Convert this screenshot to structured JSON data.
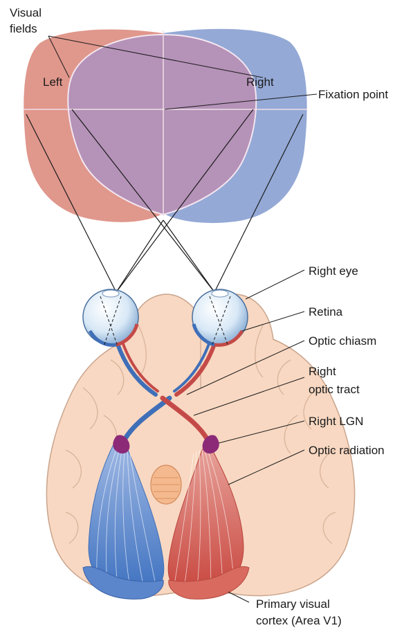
{
  "labels": {
    "visual_fields_line1": "Visual",
    "visual_fields_line2": "fields",
    "left": "Left",
    "right": "Right",
    "fixation_point": "Fixation point",
    "right_eye": "Right eye",
    "retina": "Retina",
    "optic_chiasm": "Optic chiasm",
    "right_optic_tract_line1": "Right",
    "right_optic_tract_line2": "optic tract",
    "right_lgn": "Right LGN",
    "optic_radiation": "Optic radiation",
    "primary_visual_cortex_line1": "Primary visual",
    "primary_visual_cortex_line2": "cortex (Area V1)"
  },
  "colors": {
    "left_field": "#e0978c",
    "right_field": "#94a9d6",
    "overlap": "#b592b8",
    "brain": "#f8d8c2",
    "left_pathway": "#4a7ac4",
    "right_pathway": "#c44a48",
    "lgn": "#8c2a78"
  }
}
